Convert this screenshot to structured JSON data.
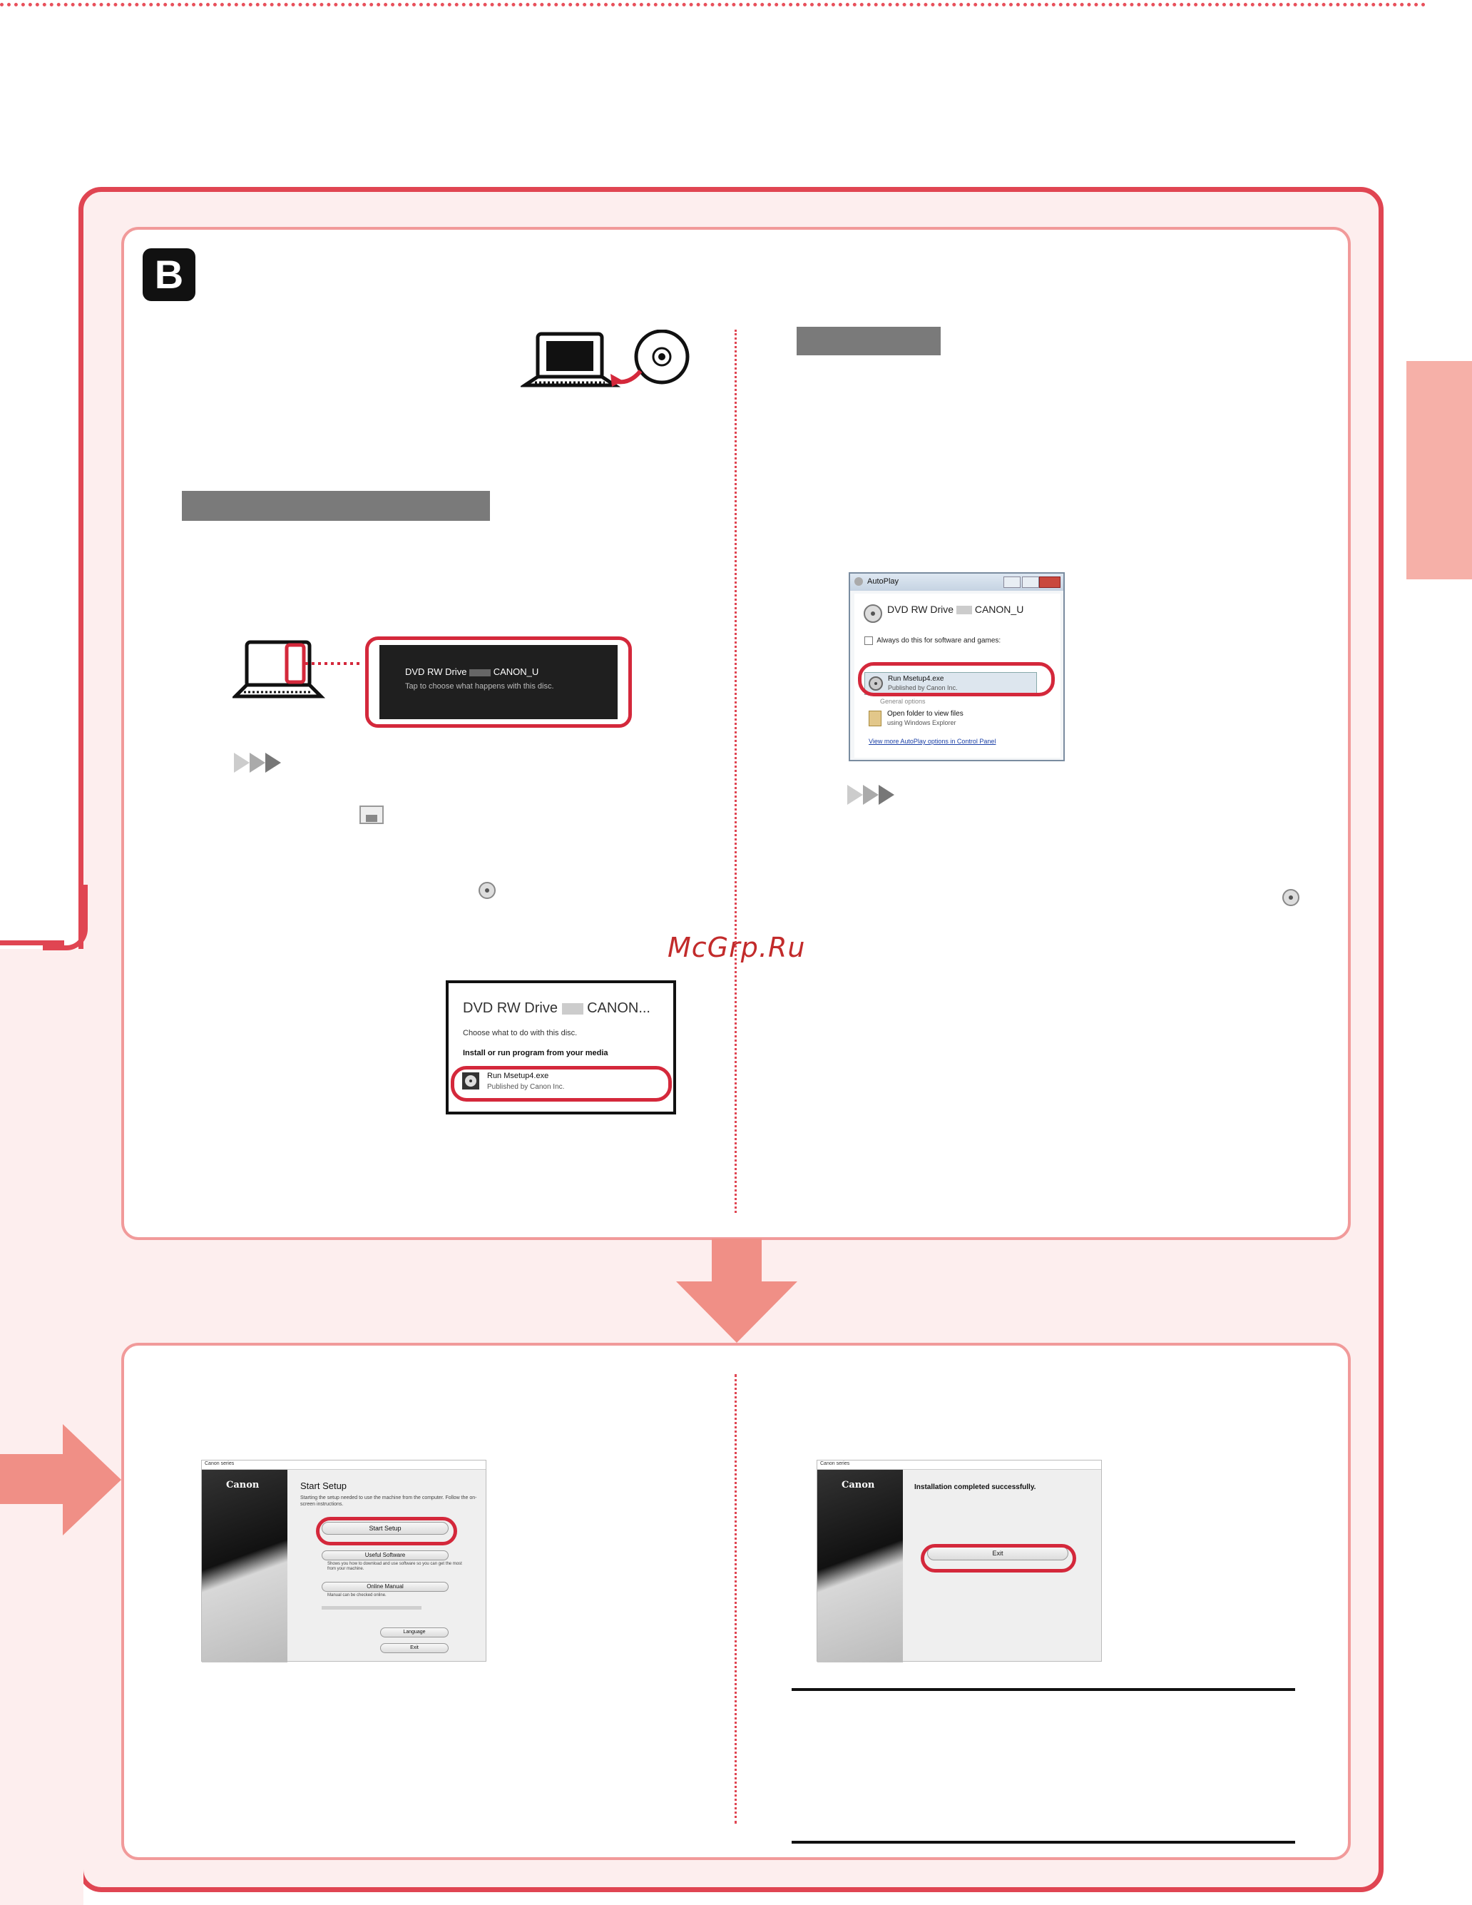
{
  "watermark": "McGrp.Ru",
  "section_badge": "B",
  "colors": {
    "accent": "#e04552",
    "inner_border": "#f19a9a",
    "panel_bg": "#fdeeee",
    "tab": "#f6b0a8"
  },
  "toast": {
    "title_prefix": "DVD RW Drive",
    "title_suffix": "CANON_U",
    "subtitle": "Tap to choose what happens with this disc."
  },
  "win8_dialog": {
    "title_prefix": "DVD RW Drive",
    "title_suffix": "CANON...",
    "prompt": "Choose what to do with this disc.",
    "section": "Install or run program from your media",
    "option_title": "Run Msetup4.exe",
    "option_sub": "Published by Canon Inc."
  },
  "autoplay": {
    "window_title": "AutoPlay",
    "drive_prefix": "DVD RW Drive",
    "drive_suffix": "CANON_U",
    "checkbox": "Always do this for software and games:",
    "option_title": "Run Msetup4.exe",
    "option_sub": "Published by Canon Inc.",
    "general": "General options",
    "folder_title": "Open folder to view files",
    "folder_sub": "using Windows Explorer",
    "link": "View more AutoPlay options in Control Panel"
  },
  "setup": {
    "series": "Canon       series",
    "brand": "Canon",
    "heading": "Start Setup",
    "desc": "Starting the setup needed to use the machine from the computer. Follow the on-screen instructions.",
    "start_btn": "Start Setup",
    "useful_btn": "Useful Software",
    "useful_desc": "Shows you how to download and use software so you can get the most from your machine.",
    "manual_btn": "Online Manual",
    "manual_desc": "Manual can be checked online.",
    "lang_btn": "Language",
    "exit_btn": "Exit"
  },
  "complete": {
    "series": "Canon       series",
    "brand": "Canon",
    "message": "Installation completed successfully.",
    "exit_btn": "Exit"
  }
}
